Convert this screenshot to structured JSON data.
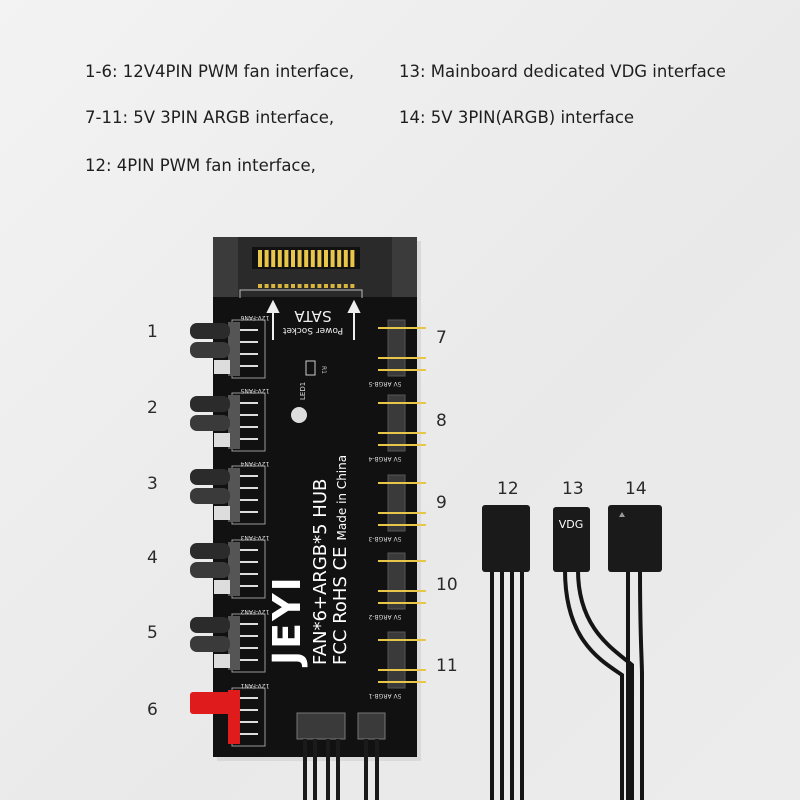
{
  "legend": {
    "left": [
      "1-6: 12V4PIN PWM fan interface,",
      "7-11: 5V 3PIN ARGB interface,",
      "12: 4PIN PWM fan interface,"
    ],
    "right": [
      "13: Mainboard dedicated VDG interface",
      "14: 5V 3PIN(ARGB) interface"
    ]
  },
  "port_numbers": {
    "fan": [
      "1",
      "2",
      "3",
      "4",
      "5",
      "6"
    ],
    "argb": [
      "7",
      "8",
      "9",
      "10",
      "11"
    ],
    "cables": [
      "12",
      "13",
      "14"
    ]
  },
  "board": {
    "brand": "JEYI",
    "model": "FAN*6+ARGB*5  HUB",
    "certs": "FCC RoHS CE",
    "origin": "Made in China",
    "sata_label": "SATA",
    "power_label": "Power Socket",
    "led_label": "LED1",
    "resistor_label": "R1",
    "fan_silk": [
      "12V-FAN6",
      "12V-FAN5",
      "12V-FAN4",
      "12V-FAN3",
      "12V-FAN2",
      "12V-FAN1"
    ],
    "argb_silk": [
      "5V ARGB-5",
      "5V ARGB-4",
      "5V ARGB-3",
      "5V ARGB-2",
      "5V ARGB-1"
    ]
  },
  "cables": {
    "vdg_label": "VDG"
  },
  "colors": {
    "board": "#111111",
    "highlight_connector": "#e01b1b",
    "gold_pin": "#e8c64a"
  }
}
